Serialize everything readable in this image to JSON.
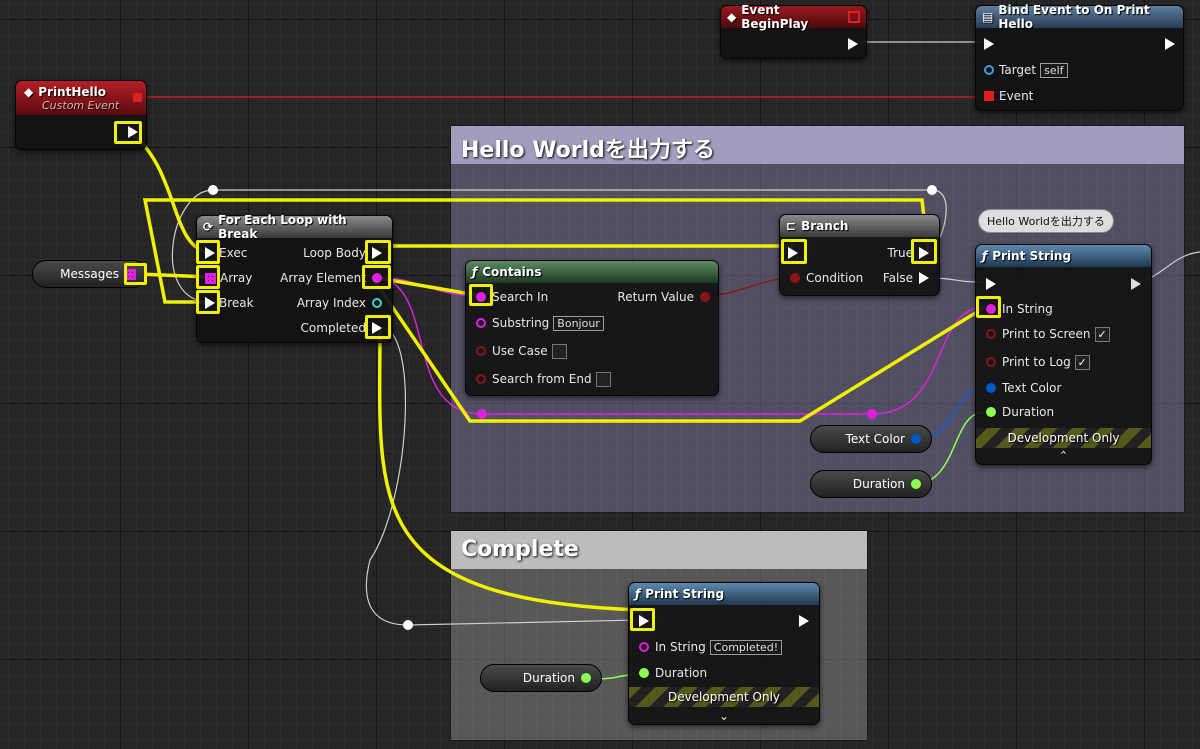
{
  "comments": {
    "hello": {
      "title": "Hello Worldを出力する"
    },
    "complete": {
      "title": "Complete"
    }
  },
  "event_beginplay": {
    "title": "Event BeginPlay"
  },
  "bind_event": {
    "title": "Bind Event to On Print Hello",
    "target_label": "Target",
    "target_value": "self",
    "event_label": "Event"
  },
  "print_hello": {
    "title": "PrintHello",
    "subtitle": "Custom Event"
  },
  "foreach": {
    "title": "For Each Loop with Break",
    "exec": "Exec",
    "array": "Array",
    "break": "Break",
    "loop_body": "Loop Body",
    "array_element": "Array Element",
    "array_index": "Array Index",
    "completed": "Completed"
  },
  "messages": {
    "label": "Messages"
  },
  "contains": {
    "title": "Contains",
    "search_in": "Search In",
    "return_value": "Return Value",
    "substring": "Substring",
    "substring_value": "Bonjour",
    "use_case": "Use Case",
    "search_from_end": "Search from End"
  },
  "branch": {
    "title": "Branch",
    "condition": "Condition",
    "true_label": "True",
    "false_label": "False"
  },
  "print_string_1": {
    "bubble": "Hello Worldを出力する",
    "title": "Print String",
    "in_string": "In String",
    "print_to_screen": "Print to Screen",
    "print_to_log": "Print to Log",
    "text_color": "Text Color",
    "duration": "Duration",
    "dev_only": "Development Only"
  },
  "text_color_var": {
    "label": "Text Color"
  },
  "duration_var_1": {
    "label": "Duration"
  },
  "print_string_2": {
    "title": "Print String",
    "in_string": "In String",
    "in_string_value": "Completed!",
    "duration": "Duration",
    "dev_only": "Development Only"
  },
  "duration_var_2": {
    "label": "Duration"
  },
  "colors": {
    "exec": "#ffffff",
    "string": "#ff00ff",
    "bool": "#8c0000",
    "struct": "#0058c8",
    "float": "#8cff52",
    "highlight": "#f0f000",
    "delegate": "#ff2020"
  }
}
